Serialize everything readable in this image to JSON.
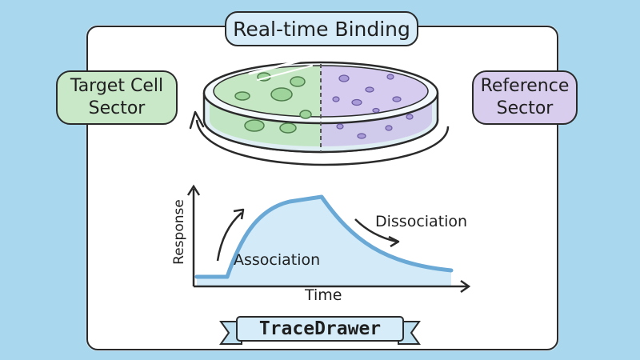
{
  "title": "Real-time Binding",
  "sectors": {
    "target": "Target Cell\nSector",
    "reference": "Reference\nSector"
  },
  "chart": {
    "ylabel": "Response",
    "xlabel": "Time",
    "phase_association": "Association",
    "phase_dissociation": "Dissociation"
  },
  "brand": "TraceDrawer",
  "colors": {
    "background": "#a9d8ee",
    "target_sector": "#c9e8c8",
    "reference_sector": "#d8cdec",
    "curve_stroke": "#6aa8d6",
    "curve_fill": "#d3ebf8",
    "title_pill": "#d6ecf8"
  }
}
